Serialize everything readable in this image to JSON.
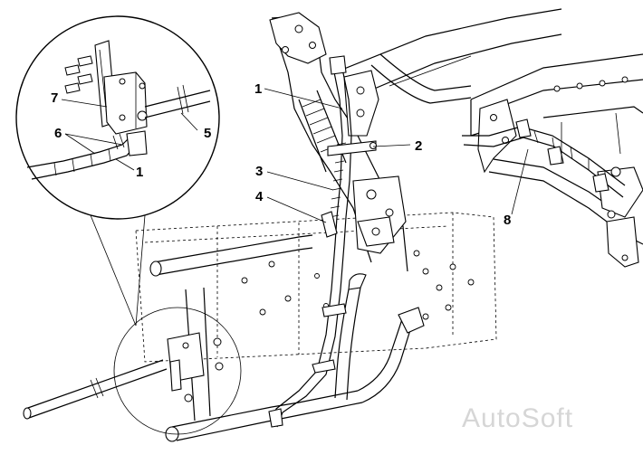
{
  "diagram": {
    "callouts": {
      "c1_main": "1",
      "c2": "2",
      "c3": "3",
      "c4": "4",
      "c8": "8",
      "c7": "7",
      "c6": "6",
      "c5": "5",
      "c1_detail": "1"
    },
    "watermark": "AutoSoft"
  }
}
